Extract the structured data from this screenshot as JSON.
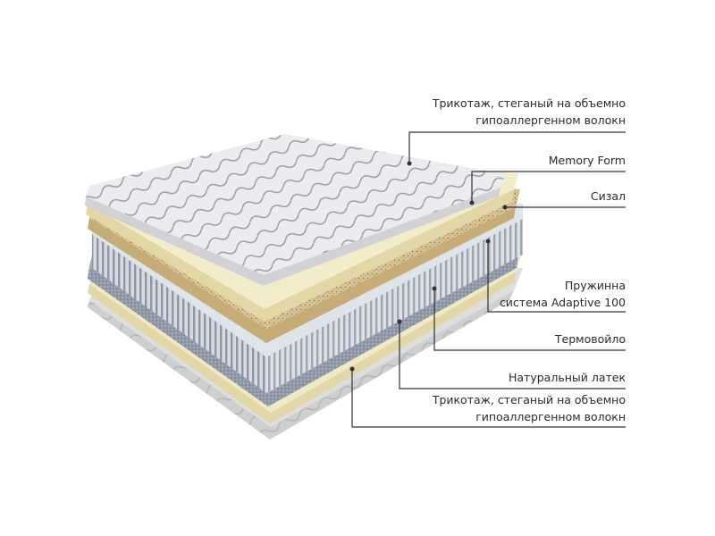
{
  "layers": [
    {
      "line1": "Трикотаж, стеганый на объемно",
      "line2": "гипоаллергенном волокн"
    },
    {
      "line1": "Memory Form"
    },
    {
      "line1": "Сизал"
    },
    {
      "line1": "Пружинна",
      "line2": "система Adaptive 100"
    },
    {
      "line1": "Термовойло"
    },
    {
      "line1": "Натуральный латек"
    },
    {
      "line1": "Трикотаж, стеганый на объемно",
      "line2": "гипоаллергенном волокн"
    }
  ],
  "colors": {
    "top_fabric": "#e8e8ea",
    "memory_foam": "#f1ebc9",
    "sisal": "#cbb58a",
    "springs": "#c7ccd6",
    "felt": "#8f99a8",
    "latex": "#efe7c2",
    "bottom_fabric": "#e6e6e6",
    "leader_line": "#333333"
  }
}
